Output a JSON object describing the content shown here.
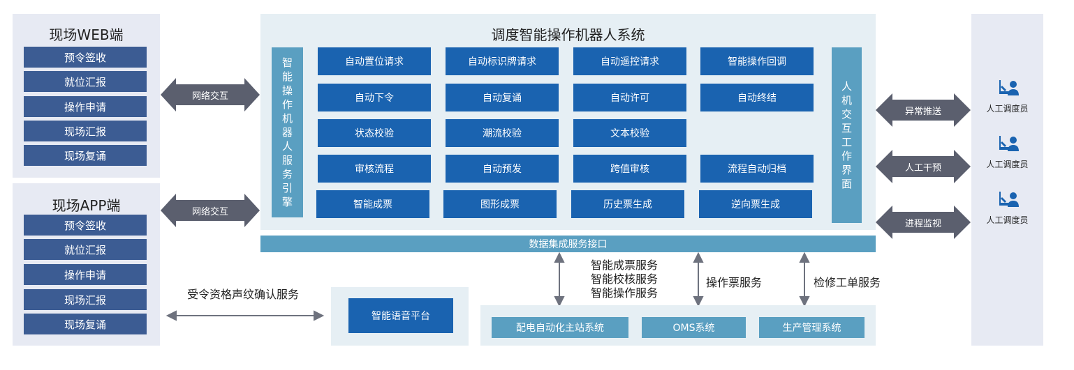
{
  "web_panel": {
    "title": "现场WEB端",
    "items": [
      "预令签收",
      "就位汇报",
      "操作申请",
      "现场汇报",
      "现场复诵"
    ]
  },
  "app_panel": {
    "title": "现场APP端",
    "items": [
      "预令签收",
      "就位汇报",
      "操作申请",
      "现场汇报",
      "现场复诵"
    ]
  },
  "left_arrows": {
    "top": "网络交互",
    "bottom": "网络交互"
  },
  "system": {
    "title": "调度智能操作机器人系统",
    "engine_label": "智能操作机器人服务引擎",
    "hmi_label": "人机交互工作界面",
    "functions": [
      [
        "自动置位请求",
        "自动标识牌请求",
        "自动遥控请求",
        "智能操作回调"
      ],
      [
        "自动下令",
        "自动复诵",
        "自动许可",
        "自动终结"
      ],
      [
        "状态校验",
        "潮流校验",
        "文本校验"
      ],
      [
        "审核流程",
        "自动预发",
        "跨值审核",
        "流程自动归档"
      ],
      [
        "智能成票",
        "图形成票",
        "历史票生成",
        "逆向票生成"
      ]
    ]
  },
  "data_bar": "数据集成服务接口",
  "right_arrows": [
    "异常推送",
    "人工干预",
    "进程监视"
  ],
  "dispatchers": [
    "人工调度员",
    "人工调度员",
    "人工调度员"
  ],
  "services": {
    "group1": [
      "智能成票服务",
      "智能校核服务",
      "智能操作服务"
    ],
    "group2": "操作票服务",
    "group3": "检修工单服务"
  },
  "voice": {
    "label": "受令资格声纹确认服务",
    "platform": "智能语音平台"
  },
  "bottom_systems": [
    "配电自动化主站系统",
    "OMS系统",
    "生产管理系统"
  ],
  "colors": {
    "panel_gray": "#e7eaf3",
    "menu_blue": "#3c5c93",
    "function_blue": "#1a63b0",
    "bar_blue": "#5a9fc1",
    "arrow_gray": "#5b5f6e",
    "light_teal": "#e6eff4"
  }
}
